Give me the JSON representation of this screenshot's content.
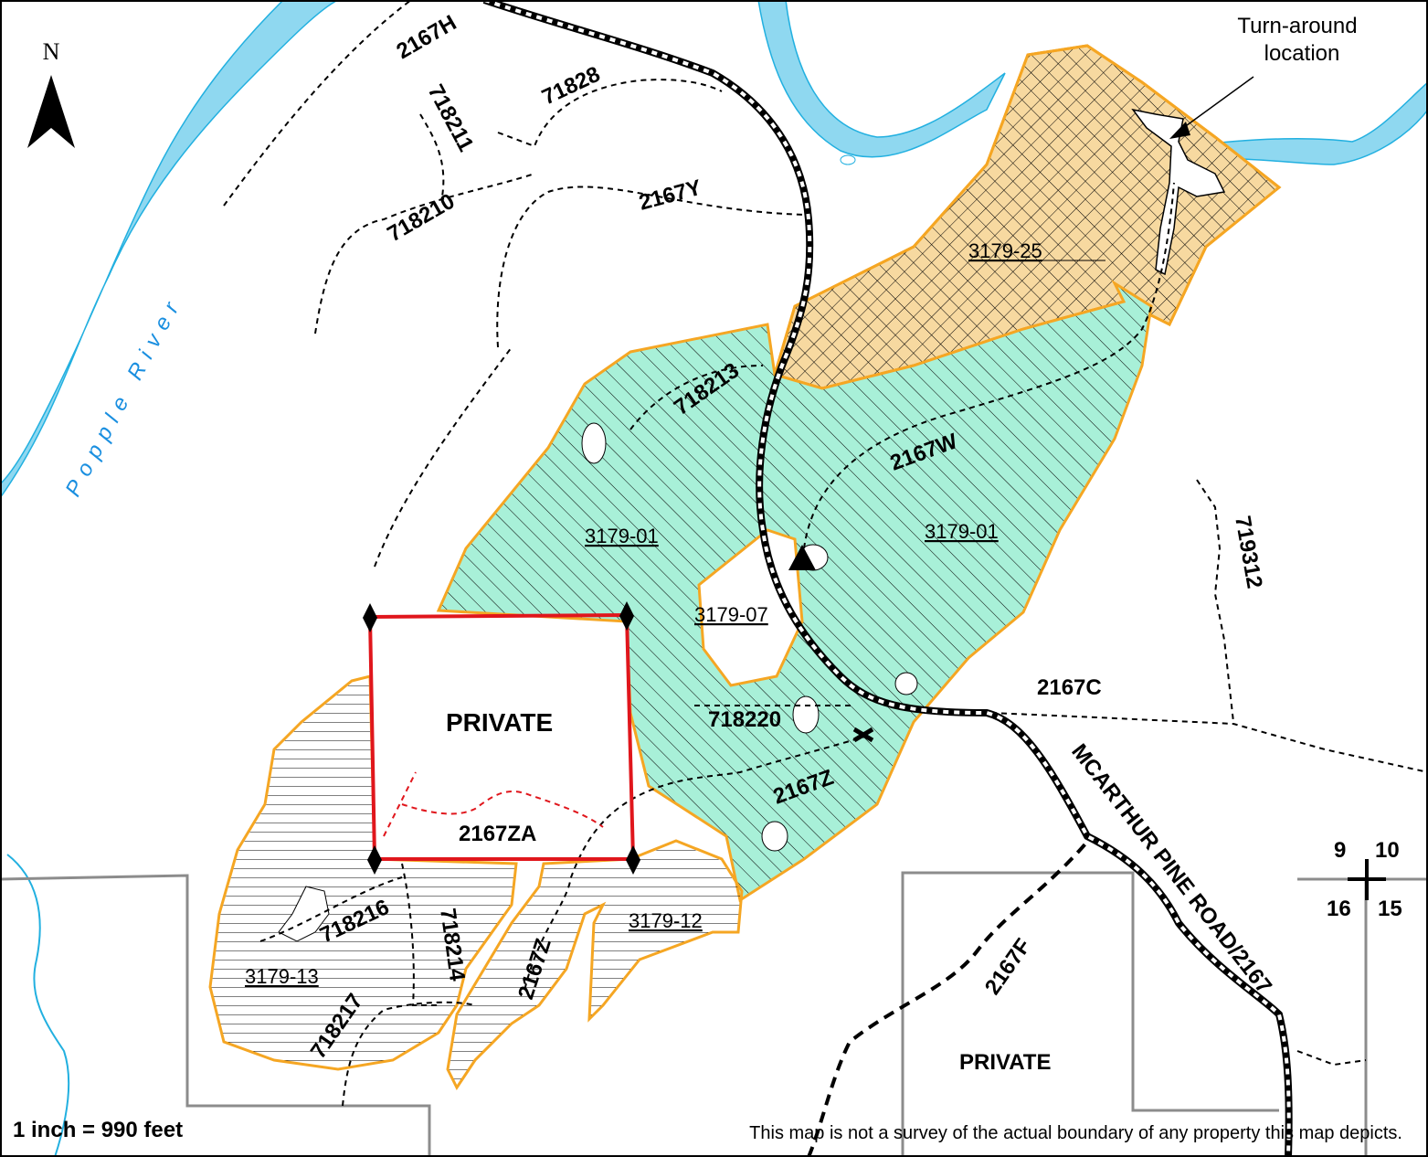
{
  "north": {
    "letter": "N"
  },
  "river": {
    "name": "Popple River"
  },
  "turnaround": {
    "line1": "Turn-around",
    "line2": "location"
  },
  "roads": {
    "r2167H": "2167H",
    "r71828": "71828",
    "r718211": "718211",
    "r718210": "718210",
    "r2167Y": "2167Y",
    "r718213": "718213",
    "r2167W": "2167W",
    "r719312": "719312",
    "r2167C": "2167C",
    "r718220": "718220",
    "r2167Z_east": "2167Z",
    "r2167ZA": "2167ZA",
    "r718216": "718216",
    "r718214": "718214",
    "r2167Z_south": "2167Z",
    "r718217": "718217",
    "r2167F": "2167F",
    "main_road": "MCARTHUR PINE ROAD/2167"
  },
  "stands": {
    "s3179_25": "3179-25",
    "s3179_01_west": "3179-01",
    "s3179_01_east": "3179-01",
    "s3179_07": "3179-07",
    "s3179_12": "3179-12",
    "s3179_13": "3179-13"
  },
  "private": {
    "north": "PRIVATE",
    "south": "PRIVATE"
  },
  "sections": {
    "nw": "9",
    "ne": "10",
    "sw": "16",
    "se": "15"
  },
  "footer": {
    "scale": "1 inch = 990 feet",
    "disclaimer": "This map is not a survey of the actual boundary of any property this map depicts."
  },
  "colors": {
    "water": "#8fd8f0",
    "stand_green": "#a8f0d8",
    "stand_tan": "#f7d9a0",
    "stand_outline": "#f5a623",
    "private_boundary": "#e0161c",
    "section_line": "#8c8c8c",
    "river_label": "#1a8fe0"
  }
}
